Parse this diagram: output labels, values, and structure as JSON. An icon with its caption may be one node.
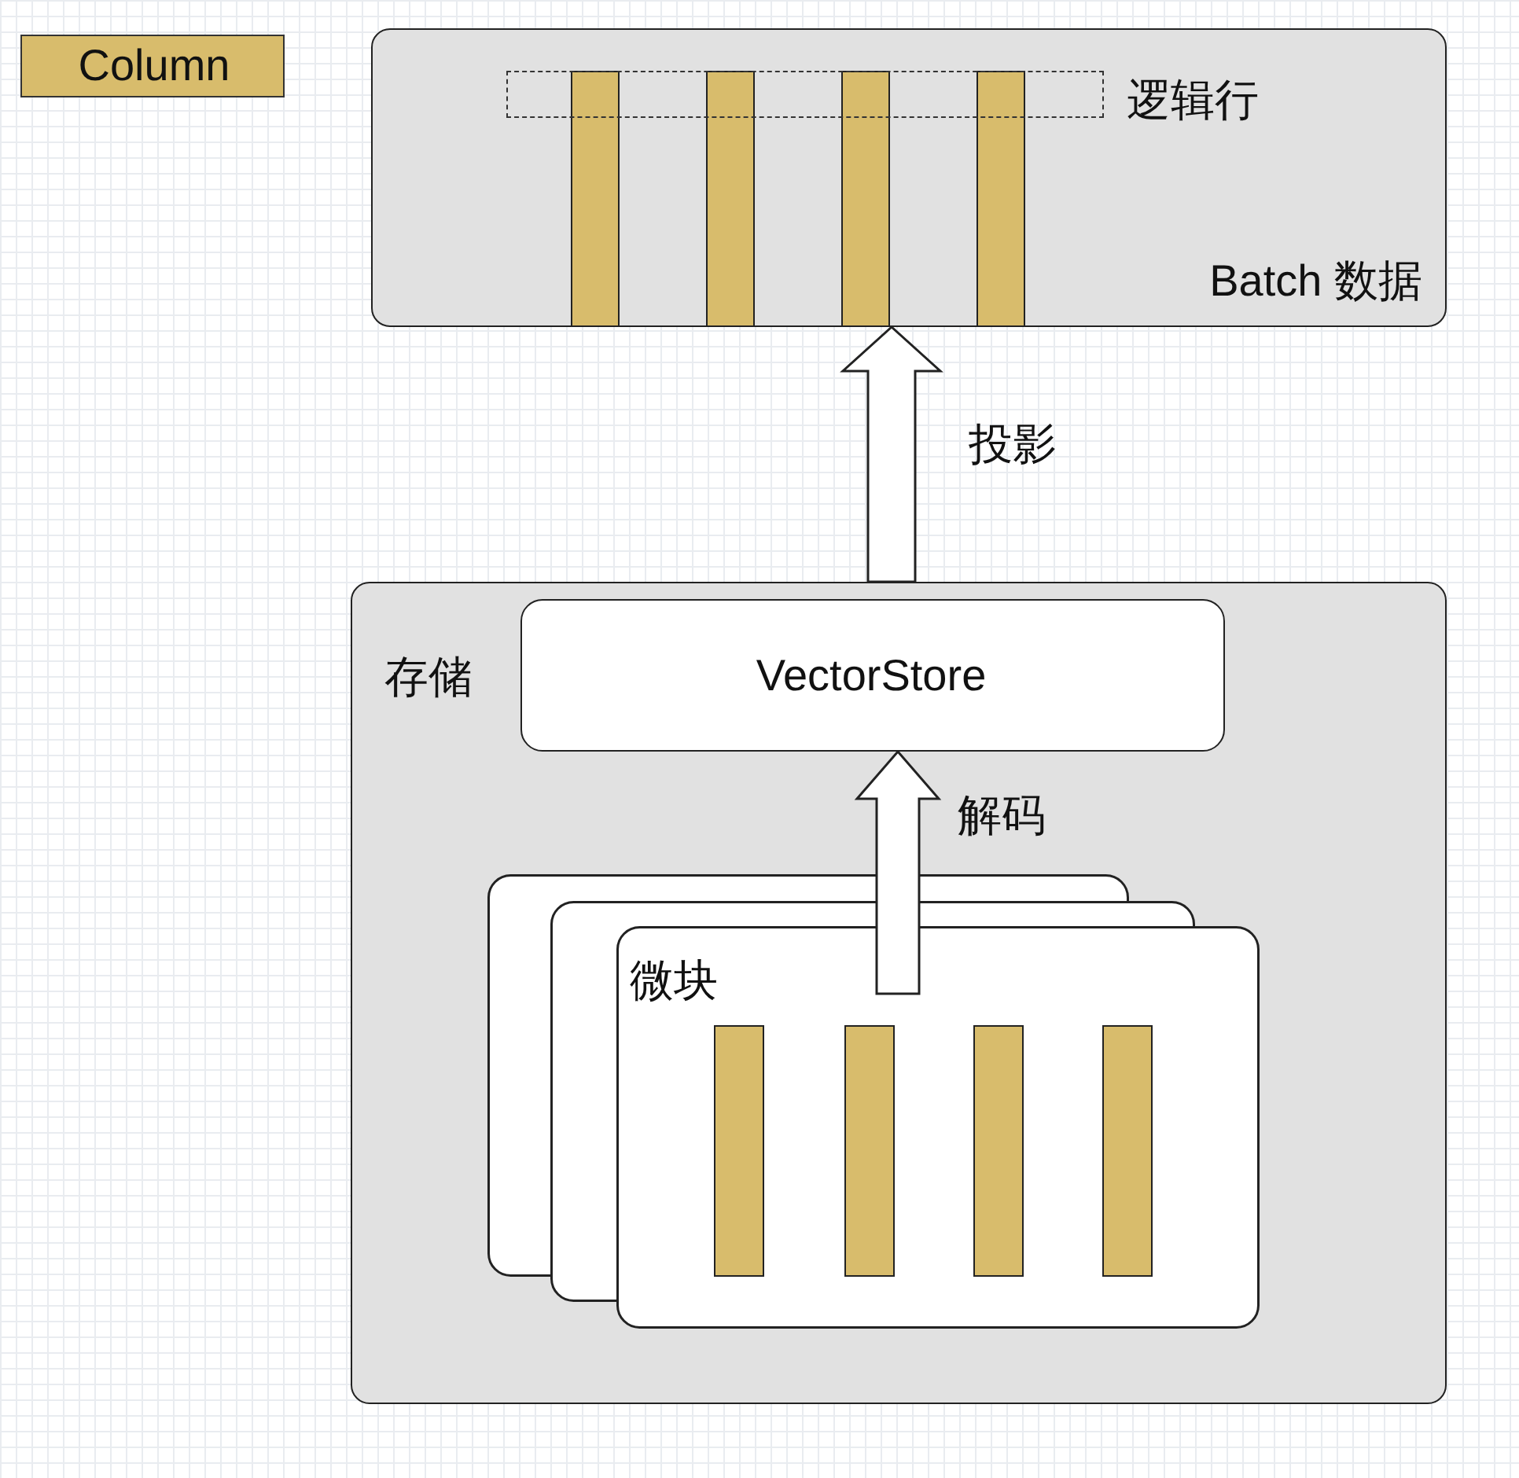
{
  "diagram": {
    "nodes": [
      {
        "text": [
          "Batch 数据"
        ]
      },
      {
        "text": [
          "逻辑行"
        ],
        "in": 0
      },
      {
        "text": [],
        "shape": "bar",
        "in": 0
      },
      {
        "text": [],
        "shape": "bar",
        "in": 0
      },
      {
        "text": [],
        "shape": "bar",
        "in": 0
      },
      {
        "text": [],
        "shape": "bar",
        "in": 0
      },
      {
        "text": [
          "存储"
        ]
      },
      {
        "text": [
          "VectorStore"
        ],
        "in": 6
      },
      {
        "text": [
          "微块"
        ],
        "in": 6
      },
      {
        "text": [],
        "shape": "bar",
        "in": 8
      },
      {
        "text": [],
        "shape": "bar",
        "in": 8
      },
      {
        "text": [],
        "shape": "bar",
        "in": 8
      },
      {
        "text": [],
        "shape": "bar",
        "in": 8
      }
    ],
    "edges": [
      {
        "from": 6,
        "to": 0,
        "arrow": "to",
        "label": "投影",
        "style": "thick"
      },
      {
        "from": 8,
        "to": 7,
        "arrow": "to",
        "label": "解码",
        "style": "thick"
      }
    ],
    "legend": [
      {
        "text": "Column",
        "color": "#d8bc6c"
      }
    ]
  }
}
